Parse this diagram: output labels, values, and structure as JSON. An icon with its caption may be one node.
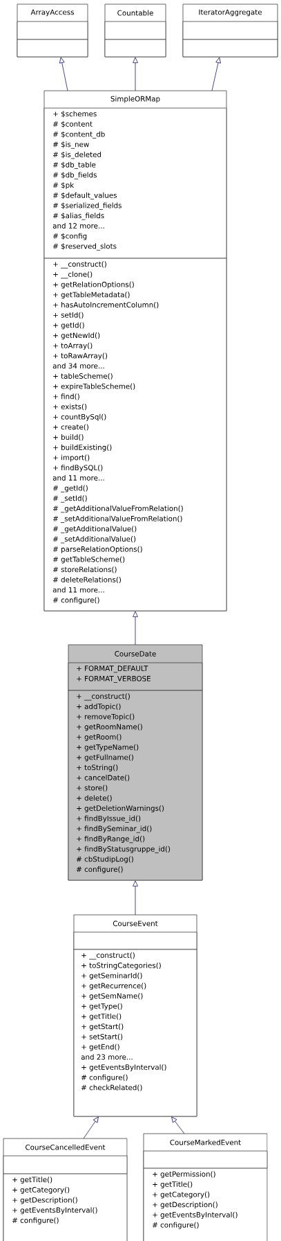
{
  "diagram": {
    "nodes": [
      {
        "text": [
          "ArrayAccess"
        ]
      },
      {
        "text": [],
        "shape": "box",
        "in": 0
      },
      {
        "text": [],
        "shape": "box",
        "in": 0
      },
      {
        "text": [
          "Countable"
        ]
      },
      {
        "text": [],
        "shape": "box",
        "in": 3
      },
      {
        "text": [],
        "shape": "box",
        "in": 3
      },
      {
        "text": [
          "IteratorAggregate"
        ]
      },
      {
        "text": [],
        "shape": "box",
        "in": 6
      },
      {
        "text": [],
        "shape": "box",
        "in": 6
      },
      {
        "text": [
          "SimpleORMap"
        ]
      },
      {
        "text": [
          "+ $schemes",
          "# $content",
          "# $content_db",
          "# $is_new",
          "# $is_deleted",
          "# $db_table",
          "# $db_fields",
          "# $pk",
          "# $default_values",
          "# $serialized_fields",
          "# $alias_fields",
          "and 12 more...",
          "# $config",
          "# $reserved_slots"
        ],
        "in": 9
      },
      {
        "text": [
          "+ __construct()",
          "+ __clone()",
          "+ getRelationOptions()",
          "+ getTableMetadata()",
          "+ hasAutoIncrementColumn()",
          "+ setId()",
          "+ getId()",
          "+ getNewId()",
          "+ toArray()",
          "+ toRawArray()",
          "and 34 more...",
          "+ tableScheme()",
          "+ expireTableScheme()",
          "+ find()",
          "+ exists()",
          "+ countBySql()",
          "+ create()",
          "+ build()",
          "+ buildExisting()",
          "+ import()",
          "+ findBySQL()",
          "and 11 more...",
          "# _getId()",
          "# _setId()",
          "# _getAdditionalValueFromRelation()",
          "# _setAdditionalValueFromRelation()",
          "# _getAdditionalValue()",
          "# _setAdditionalValue()",
          "# parseRelationOptions()",
          "# getTableScheme()",
          "# storeRelations()",
          "# deleteRelations()",
          "and 11 more...",
          "# configure()"
        ],
        "in": 9
      },
      {
        "text": [
          "CourseDate"
        ]
      },
      {
        "text": [
          "+ FORMAT_DEFAULT",
          "+ FORMAT_VERBOSE"
        ],
        "in": 12
      },
      {
        "text": [
          "+ __construct()",
          "+ addTopic()",
          "+ removeTopic()",
          "+ getRoomName()",
          "+ getRoom()",
          "+ getTypeName()",
          "+ getFullname()",
          "+ toString()",
          "+ cancelDate()",
          "+ store()",
          "+ delete()",
          "+ getDeletionWarnings()",
          "+ findByIssue_id()",
          "+ findBySeminar_id()",
          "+ findByRange_id()",
          "+ findByStatusgruppe_id()",
          "# cbStudipLog()",
          "# configure()"
        ],
        "in": 12
      },
      {
        "text": [
          "CourseEvent"
        ]
      },
      {
        "text": [],
        "shape": "box",
        "in": 15
      },
      {
        "text": [
          "+ __construct()",
          "+ toStringCategories()",
          "+ getSeminarId()",
          "+ getRecurrence()",
          "+ getSemName()",
          "+ getType()",
          "+ getTitle()",
          "+ getStart()",
          "+ setStart()",
          "+ getEnd()",
          "and 23 more...",
          "+ getEventsByInterval()",
          "# configure()",
          "# checkRelated()"
        ],
        "in": 15
      },
      {
        "text": [
          "CourseCancelledEvent"
        ]
      },
      {
        "text": [],
        "shape": "box",
        "in": 18
      },
      {
        "text": [
          "+ getTitle()",
          "+ getCategory()",
          "+ getDescription()",
          "+ getEventsByInterval()",
          "# configure()"
        ],
        "in": 18
      },
      {
        "text": [
          "CourseMarkedEvent"
        ]
      },
      {
        "text": [],
        "shape": "box",
        "in": 21
      },
      {
        "text": [
          "+ getPermission()",
          "+ getTitle()",
          "+ getCategory()",
          "+ getDescription()",
          "+ getEventsByInterval()",
          "# configure()"
        ],
        "in": 21
      }
    ],
    "edges": [
      {
        "from": 9,
        "to": 0,
        "arrow": "to"
      },
      {
        "from": 9,
        "to": 3,
        "arrow": "to"
      },
      {
        "from": 9,
        "to": 6,
        "arrow": "to"
      },
      {
        "from": 12,
        "to": 9,
        "arrow": "to"
      },
      {
        "from": 15,
        "to": 12,
        "arrow": "to"
      },
      {
        "from": 18,
        "to": 15,
        "arrow": "to"
      },
      {
        "from": 21,
        "to": 15,
        "arrow": "to"
      }
    ]
  }
}
